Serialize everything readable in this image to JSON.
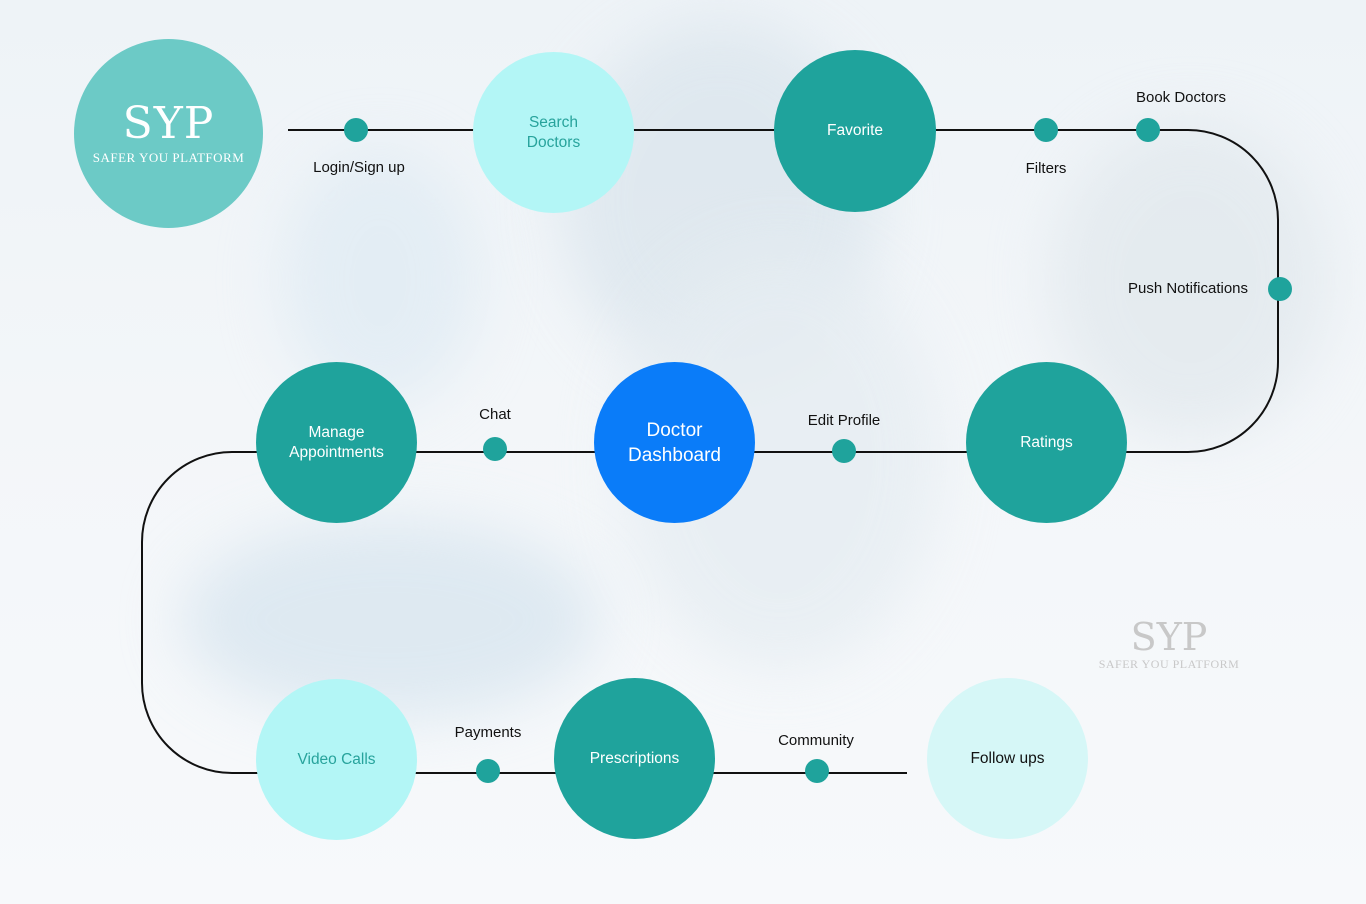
{
  "logo": {
    "mark": "SYP",
    "subtitle": "SAFER YOU PLATFORM"
  },
  "watermark": {
    "mark": "SYP",
    "subtitle": "SAFER YOU PLATFORM"
  },
  "colors": {
    "primary": "#1fa39c",
    "light": "#b3f6f6",
    "pale": "#d6f7f7",
    "highlight": "#0a7cf9",
    "logo": "#6ccac6",
    "line": "#111111"
  },
  "nodes": {
    "search_doctors": "Search\nDoctors",
    "favorite": "Favorite",
    "manage_appointments": "Manage\nAppointments",
    "doctor_dashboard": "Doctor\nDashboard",
    "ratings": "Ratings",
    "video_calls": "Video Calls",
    "prescriptions": "Prescriptions",
    "follow_ups": "Follow ups"
  },
  "steps": {
    "login": "Login/Sign up",
    "filters": "Filters",
    "book_doctors": "Book Doctors",
    "push_notifications": "Push Notifications",
    "chat": "Chat",
    "edit_profile": "Edit Profile",
    "payments": "Payments",
    "community": "Community"
  }
}
